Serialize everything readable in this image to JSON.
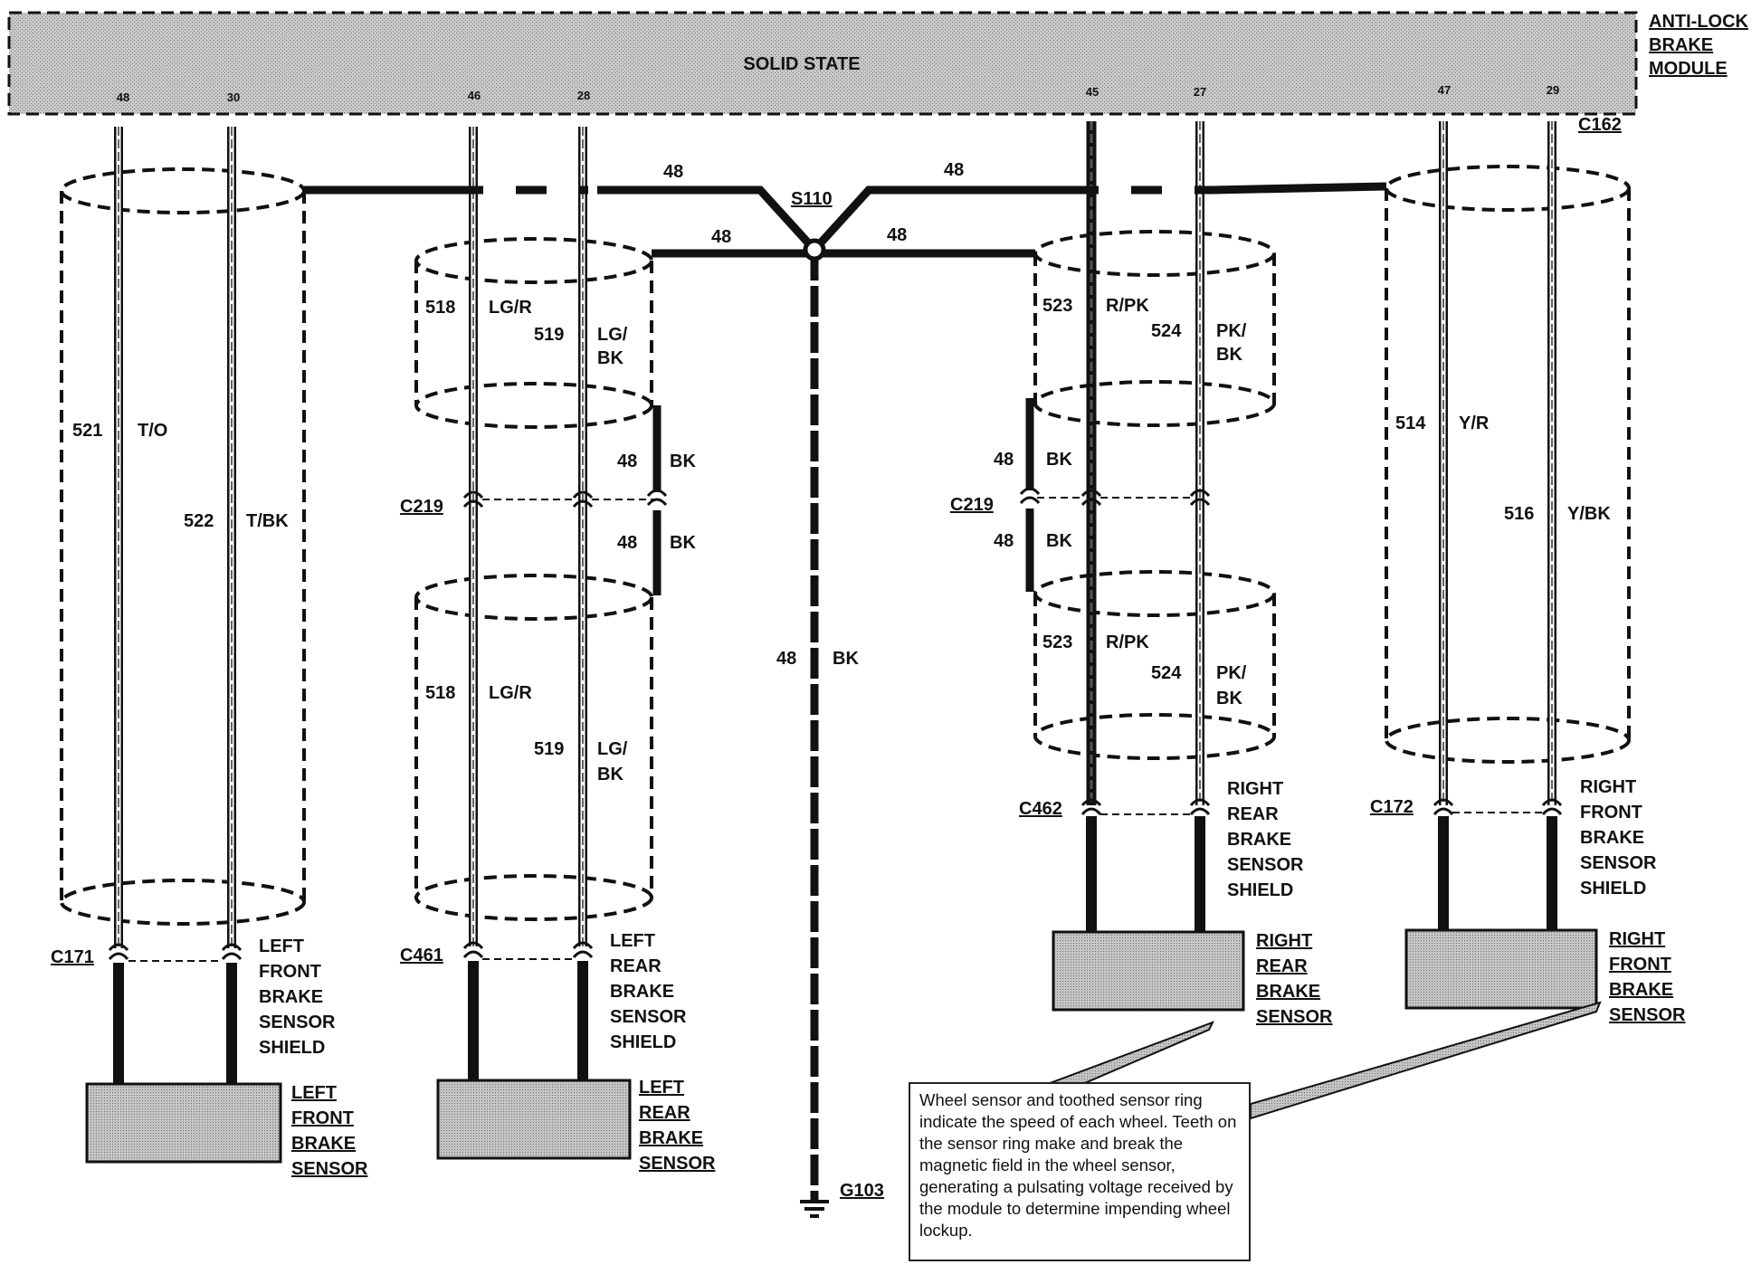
{
  "module": {
    "name_lines": [
      "ANTI-LOCK",
      "BRAKE",
      "MODULE"
    ],
    "inner_label": "SOLID STATE",
    "pins": [
      "48",
      "30",
      "46",
      "28",
      "45",
      "27",
      "47",
      "29"
    ],
    "connector": "C162"
  },
  "splice": "S110",
  "ground": "G103",
  "ground_circuit": {
    "number": "48",
    "color": "BK"
  },
  "shield_circuit_number": "48",
  "shield_segments": {
    "number": "48",
    "color": "BK"
  },
  "inline_connector": "C219",
  "groups": [
    {
      "id": "left-front",
      "connector": "C171",
      "wires": [
        {
          "number": "521",
          "color": "T/O"
        },
        {
          "number": "522",
          "color": "T/BK"
        }
      ],
      "shield_label_lines": [
        "LEFT",
        "FRONT",
        "BRAKE",
        "SENSOR",
        "SHIELD"
      ],
      "sensor_label_lines": [
        "LEFT",
        "FRONT",
        "BRAKE",
        "SENSOR"
      ]
    },
    {
      "id": "left-rear",
      "connector": "C461",
      "wires": [
        {
          "number": "518",
          "color": "LG/R"
        },
        {
          "number": "519",
          "color_lines": [
            "LG/",
            "BK"
          ]
        }
      ],
      "shield_label_lines": [
        "LEFT",
        "REAR",
        "BRAKE",
        "SENSOR",
        "SHIELD"
      ],
      "sensor_label_lines": [
        "LEFT",
        "REAR",
        "BRAKE",
        "SENSOR"
      ]
    },
    {
      "id": "right-rear",
      "connector": "C462",
      "wires": [
        {
          "number": "523",
          "color": "R/PK"
        },
        {
          "number": "524",
          "color_lines": [
            "PK/",
            "BK"
          ]
        }
      ],
      "shield_label_lines": [
        "RIGHT",
        "REAR",
        "BRAKE",
        "SENSOR",
        "SHIELD"
      ],
      "sensor_label_lines": [
        "RIGHT",
        "REAR",
        "BRAKE",
        "SENSOR"
      ]
    },
    {
      "id": "right-front",
      "connector": "C172",
      "wires": [
        {
          "number": "514",
          "color": "Y/R"
        },
        {
          "number": "516",
          "color": "Y/BK"
        }
      ],
      "shield_label_lines": [
        "RIGHT",
        "FRONT",
        "BRAKE",
        "SENSOR",
        "SHIELD"
      ],
      "sensor_label_lines": [
        "RIGHT",
        "FRONT",
        "BRAKE",
        "SENSOR"
      ]
    }
  ],
  "note": "Wheel sensor and toothed sensor ring indicate the speed of each wheel.  Teeth on the sensor ring make and break the magnetic field in the wheel sensor, generating a pulsating voltage received by the module to determine impending wheel lockup.",
  "colors": {
    "ink": "#111111",
    "module_fill": "#b5b5b5",
    "sensor_fill": "#bdbdbd"
  }
}
